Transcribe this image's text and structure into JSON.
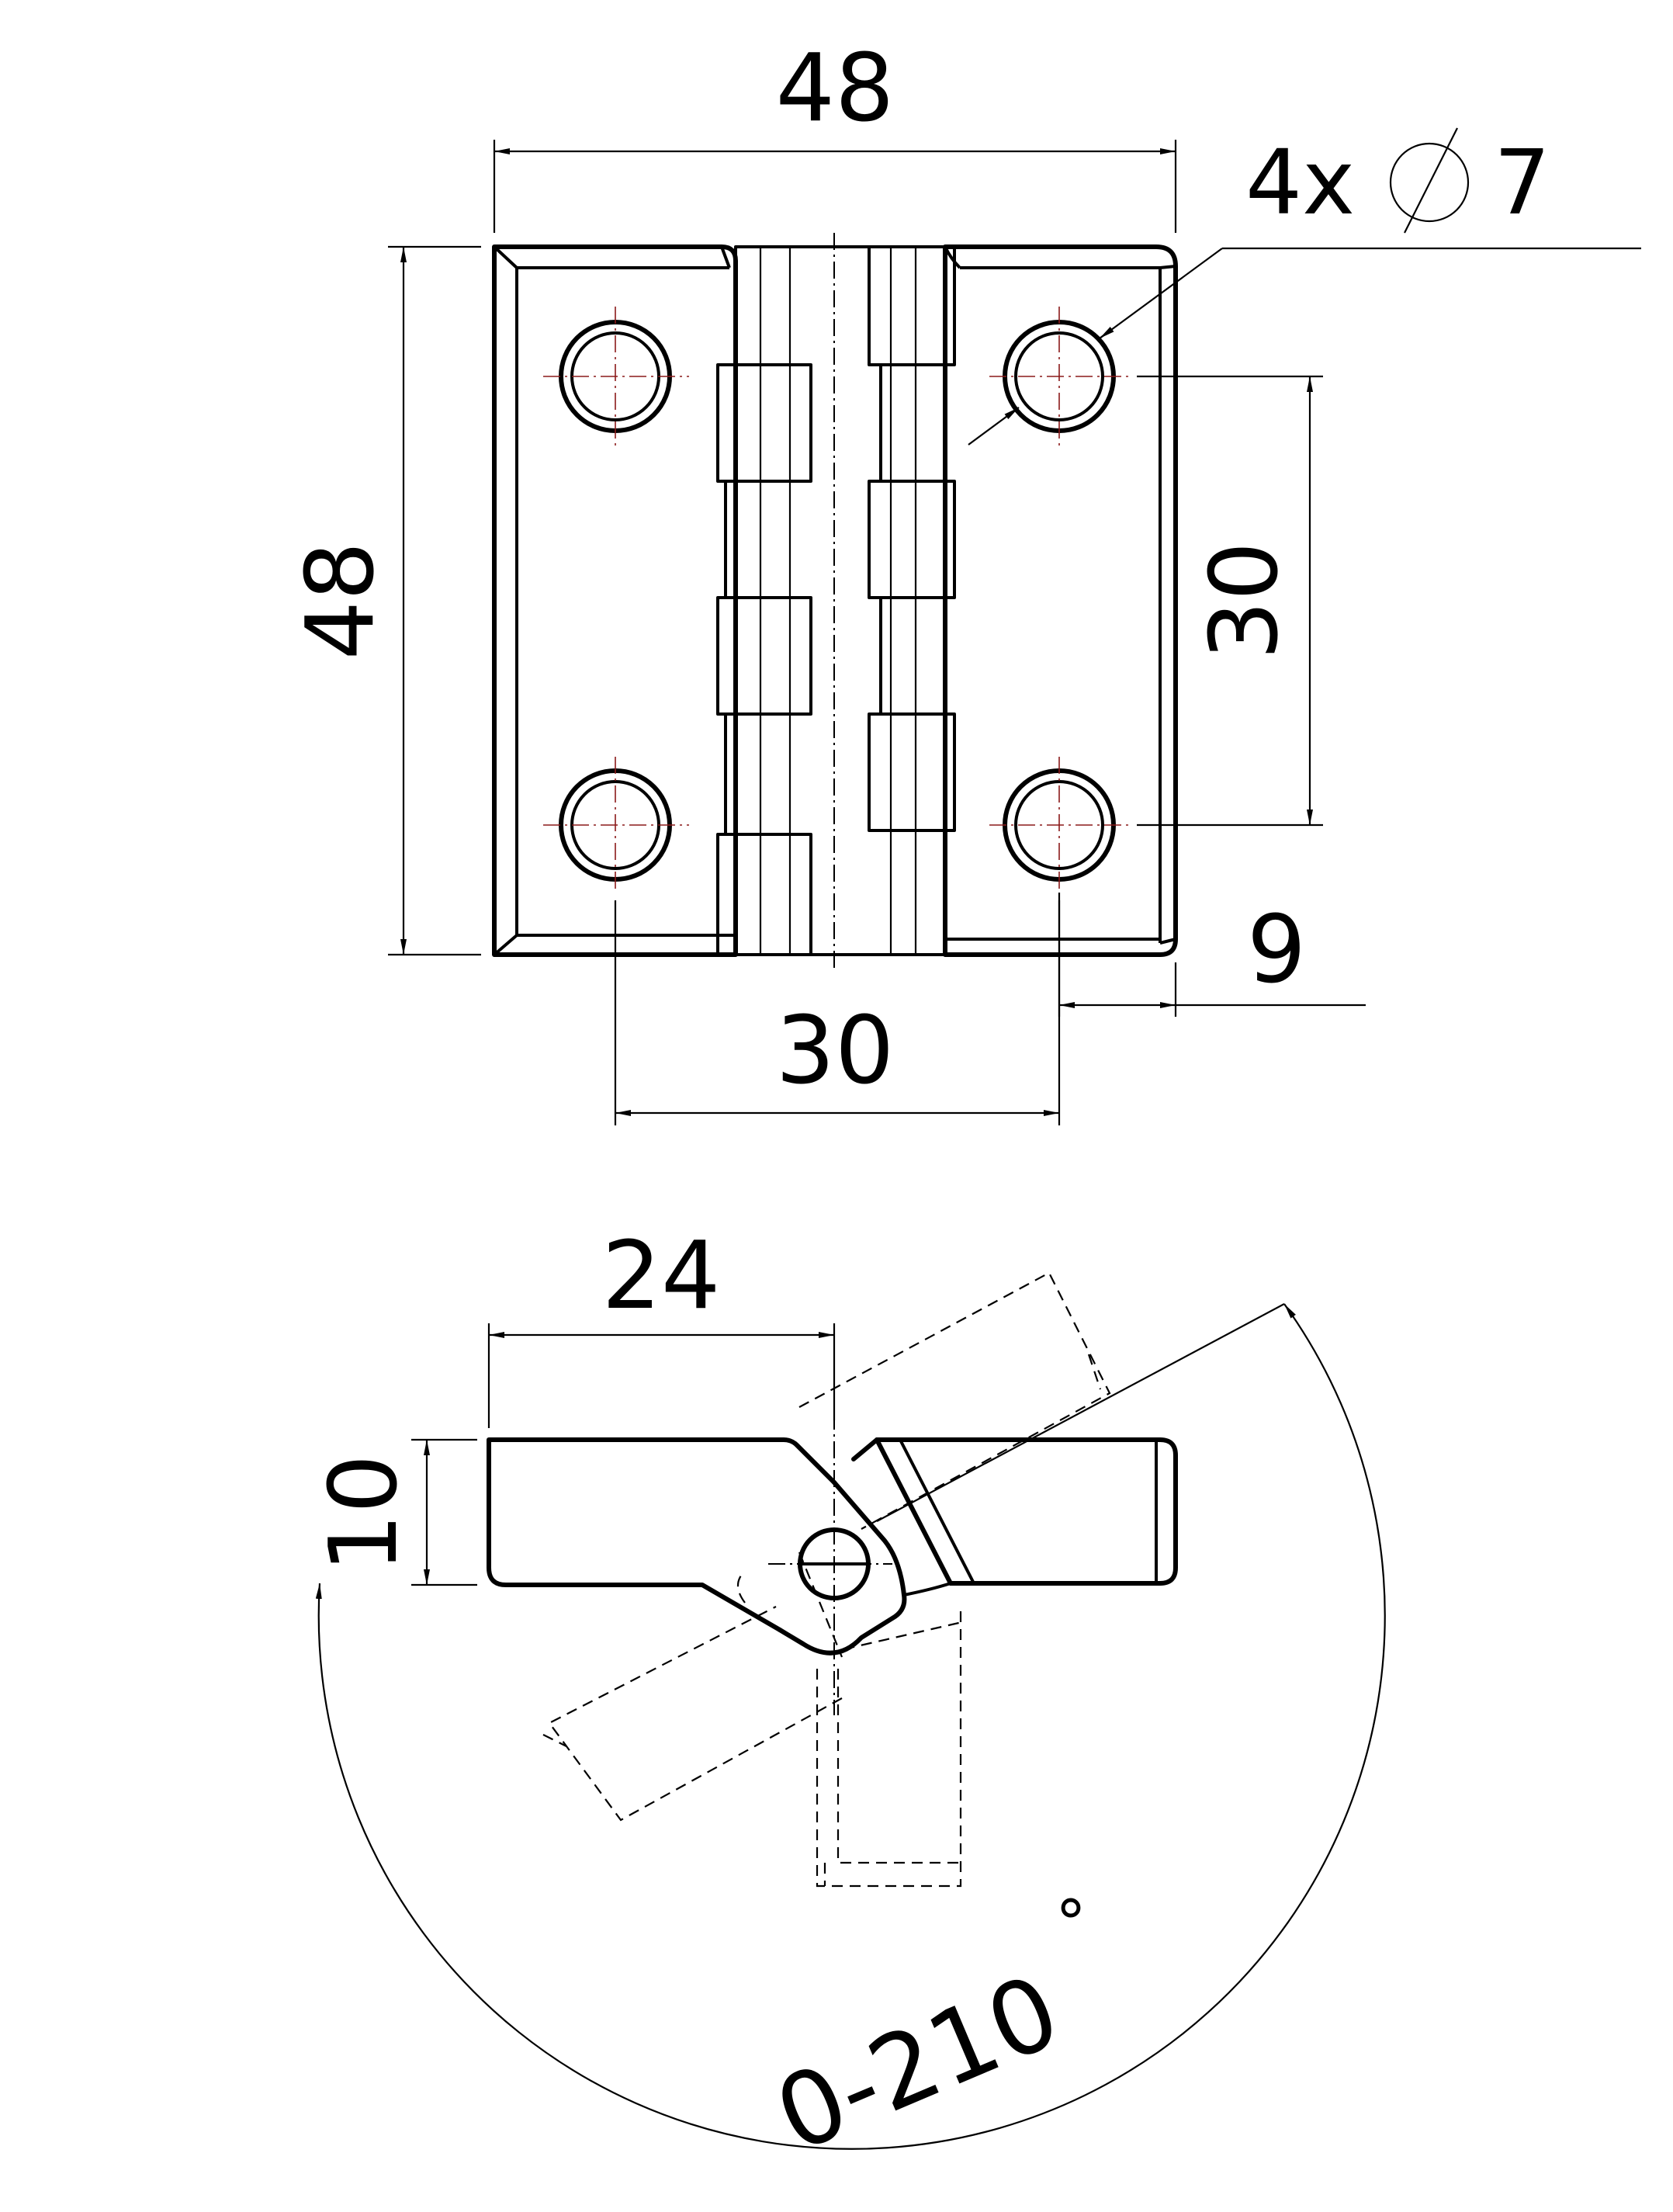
{
  "top_view": {
    "width_label": "48",
    "height_label": "48",
    "hole_label_count": "4x",
    "hole_label_symbol": "⌀",
    "hole_label_diameter": "7",
    "hole_spacing_vertical_label": "30",
    "hole_spacing_horizontal_label": "30",
    "edge_offset_label": "9"
  },
  "side_view": {
    "leaf_width_label": "24",
    "thickness_label": "10",
    "rotation_range_label": "0-210",
    "degree_symbol": "°"
  }
}
